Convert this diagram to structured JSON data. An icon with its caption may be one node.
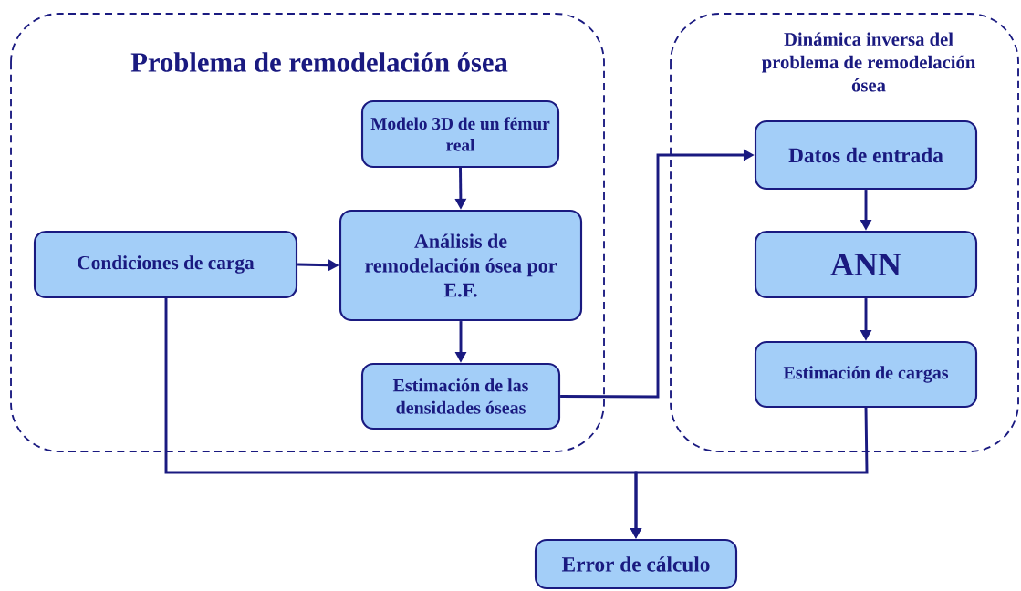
{
  "diagram": {
    "nodes": [
      {
        "text": [
          "Problema de remodelación ósea"
        ]
      },
      {
        "text": [
          "Modelo 3D de un fémur real"
        ],
        "in": 0
      },
      {
        "text": [
          "Condiciones de carga"
        ],
        "in": 0
      },
      {
        "text": [
          "Análisis de remodelación ósea por E.F."
        ],
        "in": 0
      },
      {
        "text": [
          "Estimación de las densidades óseas"
        ],
        "in": 0
      },
      {
        "text": [
          "Dinámica inversa del problema de remodelación ósea"
        ]
      },
      {
        "text": [
          "Datos de entrada"
        ],
        "in": 5
      },
      {
        "text": [
          "ANN"
        ],
        "in": 5
      },
      {
        "text": [
          "Estimación de cargas"
        ],
        "in": 5
      },
      {
        "text": [
          "Error de cálculo"
        ]
      }
    ],
    "edges": [
      {
        "from": 1,
        "to": 3,
        "arrow": "to"
      },
      {
        "from": 2,
        "to": 3,
        "arrow": "to"
      },
      {
        "from": 3,
        "to": 4,
        "arrow": "to"
      },
      {
        "from": 4,
        "to": 6,
        "arrow": "to"
      },
      {
        "from": 6,
        "to": 7,
        "arrow": "to"
      },
      {
        "from": 7,
        "to": 8,
        "arrow": "to"
      },
      {
        "from": 2,
        "to": 9,
        "arrow": "to"
      },
      {
        "from": 8,
        "to": 9,
        "arrow": "to"
      }
    ]
  }
}
